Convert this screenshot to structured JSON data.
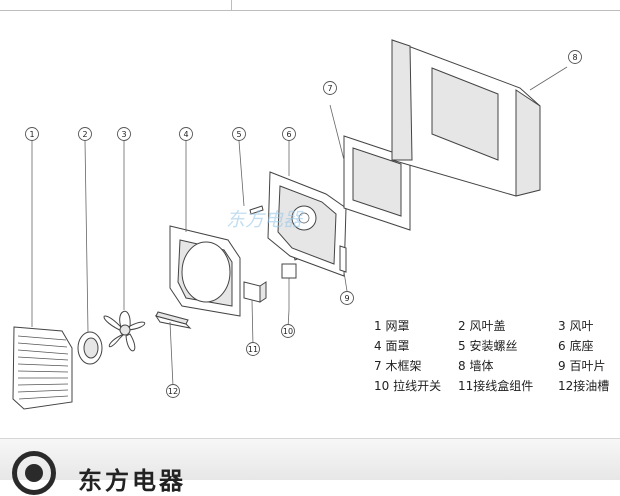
{
  "callouts": [
    "1",
    "2",
    "3",
    "4",
    "5",
    "6",
    "7",
    "8",
    "9",
    "10",
    "11",
    "12"
  ],
  "legend": [
    [
      "1 网罩",
      "2 风叶盖",
      "3 风叶"
    ],
    [
      "4 面罩",
      "5 安装螺丝",
      "6 底座"
    ],
    [
      "7 木框架",
      "8 墙体",
      "9 百叶片"
    ],
    [
      "10 拉线开关",
      "11接线盒组件",
      "12接油槽"
    ]
  ],
  "watermark": "东方电器",
  "footer": {
    "brand": "东方电器"
  }
}
